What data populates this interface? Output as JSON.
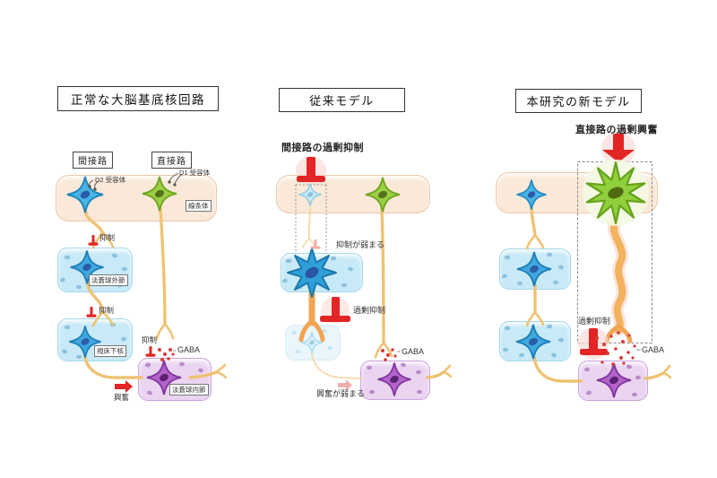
{
  "panels": [
    {
      "title": "正常な大脳基底核回路",
      "pathways": {
        "indirect": "間接路",
        "direct": "直接路"
      },
      "receptors": {
        "d2": "D2 受容体",
        "d1": "D1 受容体"
      },
      "regions": {
        "striatum": "線条体",
        "gpe": "淡蒼球外節",
        "stn": "視床下核",
        "gpi": "淡蒼球内節"
      },
      "signals": {
        "inhibition": "抑制",
        "excitation": "興奮",
        "gaba": "GABA"
      }
    },
    {
      "title": "従来モデル",
      "annotations": {
        "top": "間接路の過剰抑制",
        "weakened_inhibition": "抑制が弱まる",
        "excess_inhibition": "過剰抑制",
        "weakened_excitation": "興奮が弱まる",
        "gaba": "GABA"
      }
    },
    {
      "title": "本研究の新モデル",
      "annotations": {
        "top": "直接路の過剰興奮",
        "excess_inhibition": "過剰抑制",
        "gaba": "GABA"
      }
    }
  ],
  "icons": {
    "inhibition-icon": "red plunger t-bar",
    "excitation-icon": "red right arrow",
    "excess-down-arrow-icon": "large red down arrow",
    "gaba-dots-icon": "cluster of red dots"
  },
  "colors": {
    "striatum_fill": "#FAE8D8",
    "region_blue": "#C8E9F7",
    "region_purple": "#EAD4F0",
    "neuron_blue": "#49B4E6",
    "neuron_green": "#97CE3E",
    "neuron_purple": "#B364C9",
    "axon": "#EFC273",
    "thick_axon": "#F2A453",
    "signal_red": "#E32525",
    "faded_red": "#F2AEAE",
    "gaba_dot": "#D93A3A"
  }
}
